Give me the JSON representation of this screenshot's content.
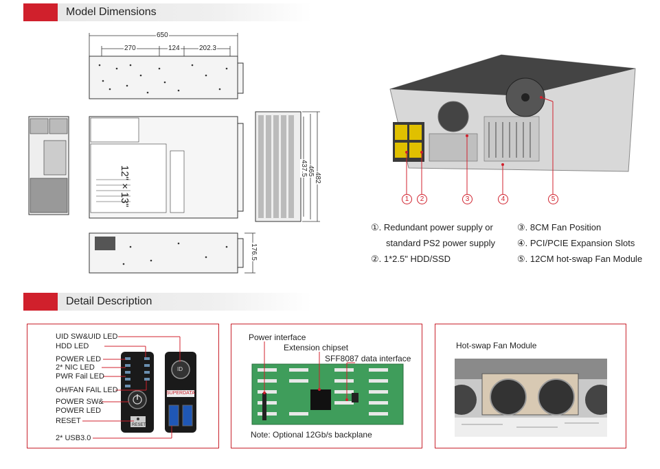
{
  "headers": {
    "model_dimensions": "Model Dimensions",
    "detail_description": "Detail Description"
  },
  "dimensions": {
    "overall_length": "650",
    "seg1": "270",
    "seg2": "124",
    "seg3": "202.3",
    "motherboard": "12\" × 13\"",
    "width_482": "482",
    "width_465": "465",
    "width_4375": "437.5",
    "height": "176.5"
  },
  "callout_numbers": [
    "1",
    "2",
    "3",
    "4",
    "5"
  ],
  "legend": {
    "item1_line1": "①. Redundant power supply or",
    "item1_line2": "standard PS2 power supply",
    "item2": "②. 1*2.5\" HDD/SSD",
    "item3": "③. 8CM Fan Position",
    "item4": "④. PCI/PCIE Expansion Slots",
    "item5": "⑤. 12CM hot-swap Fan Module"
  },
  "front_panel": {
    "uid": "UID SW&UID LED",
    "hdd": "HDD LED",
    "power_led": "POWER LED",
    "nic": "2* NIC LED",
    "pwr_fail": "PWR Fail LED",
    "oh_fan": "OH/FAN FAIL LED",
    "power_sw_1": "POWER SW&",
    "power_sw_2": "POWER LED",
    "reset": "RESET",
    "usb": "2* USB3.0",
    "brand": "SUPERDATA",
    "reset_label": "RESET",
    "id_label": "ID"
  },
  "backplane": {
    "power_interface": "Power interface",
    "extension_chipset": "Extension chipset",
    "sff": "SFF8087 data interface",
    "note": "Note: Optional 12Gb/s backplane"
  },
  "fan_module": {
    "title": "Hot-swap Fan Module"
  },
  "colors": {
    "accent": "#d0202c",
    "header_gray": "#e8e8e8",
    "pcb_green": "#3f9d5b"
  }
}
